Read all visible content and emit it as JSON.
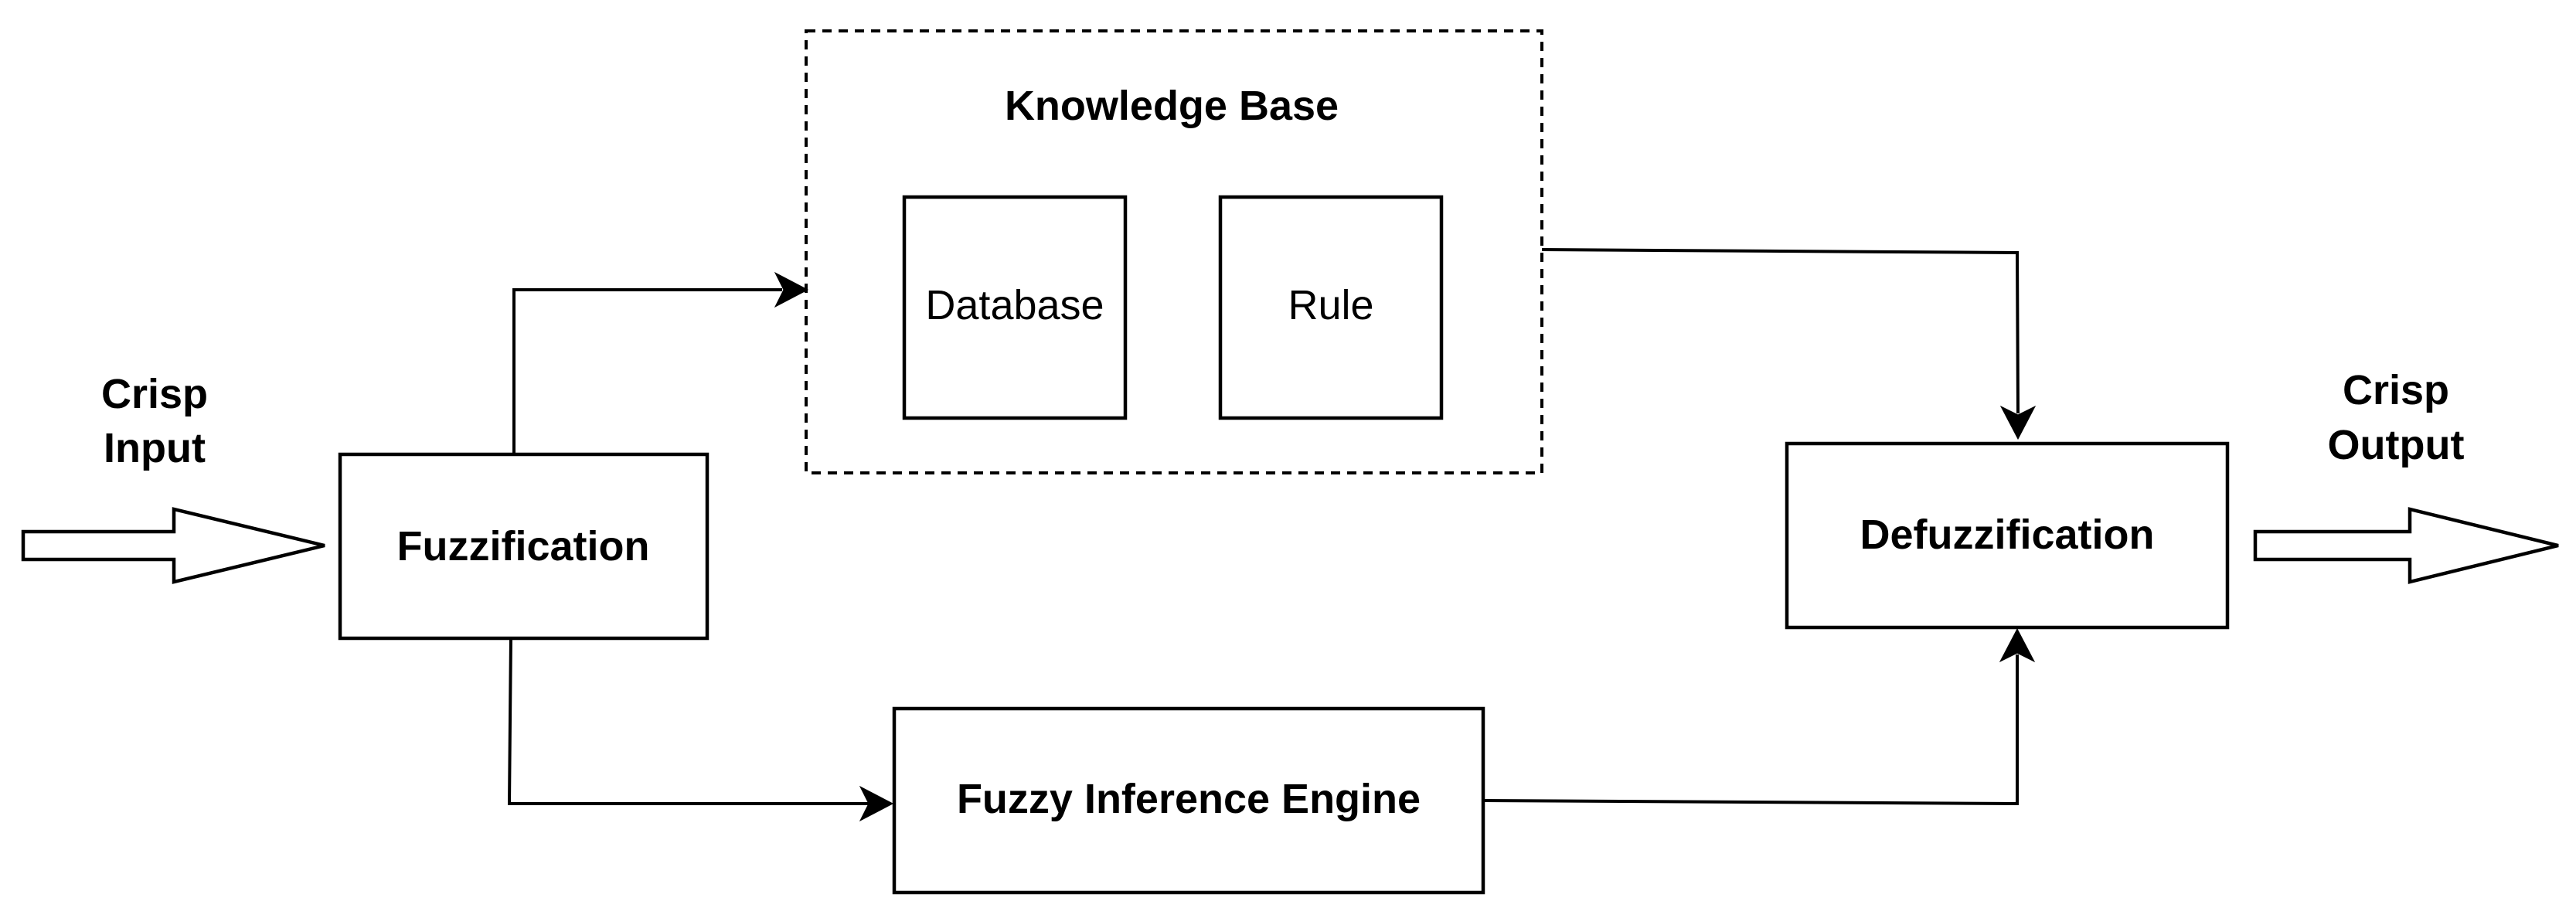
{
  "labels": {
    "knowledge_base": "Knowledge Base",
    "database": "Database",
    "rule": "Rule",
    "crisp_input_line1": "Crisp",
    "crisp_input_line2": "Input",
    "fuzzification": "Fuzzification",
    "defuzzification": "Defuzzification",
    "crisp_output_line1": "Crisp",
    "crisp_output_line2": "Output",
    "fuzzy_inference_engine": "Fuzzy Inference Engine"
  }
}
